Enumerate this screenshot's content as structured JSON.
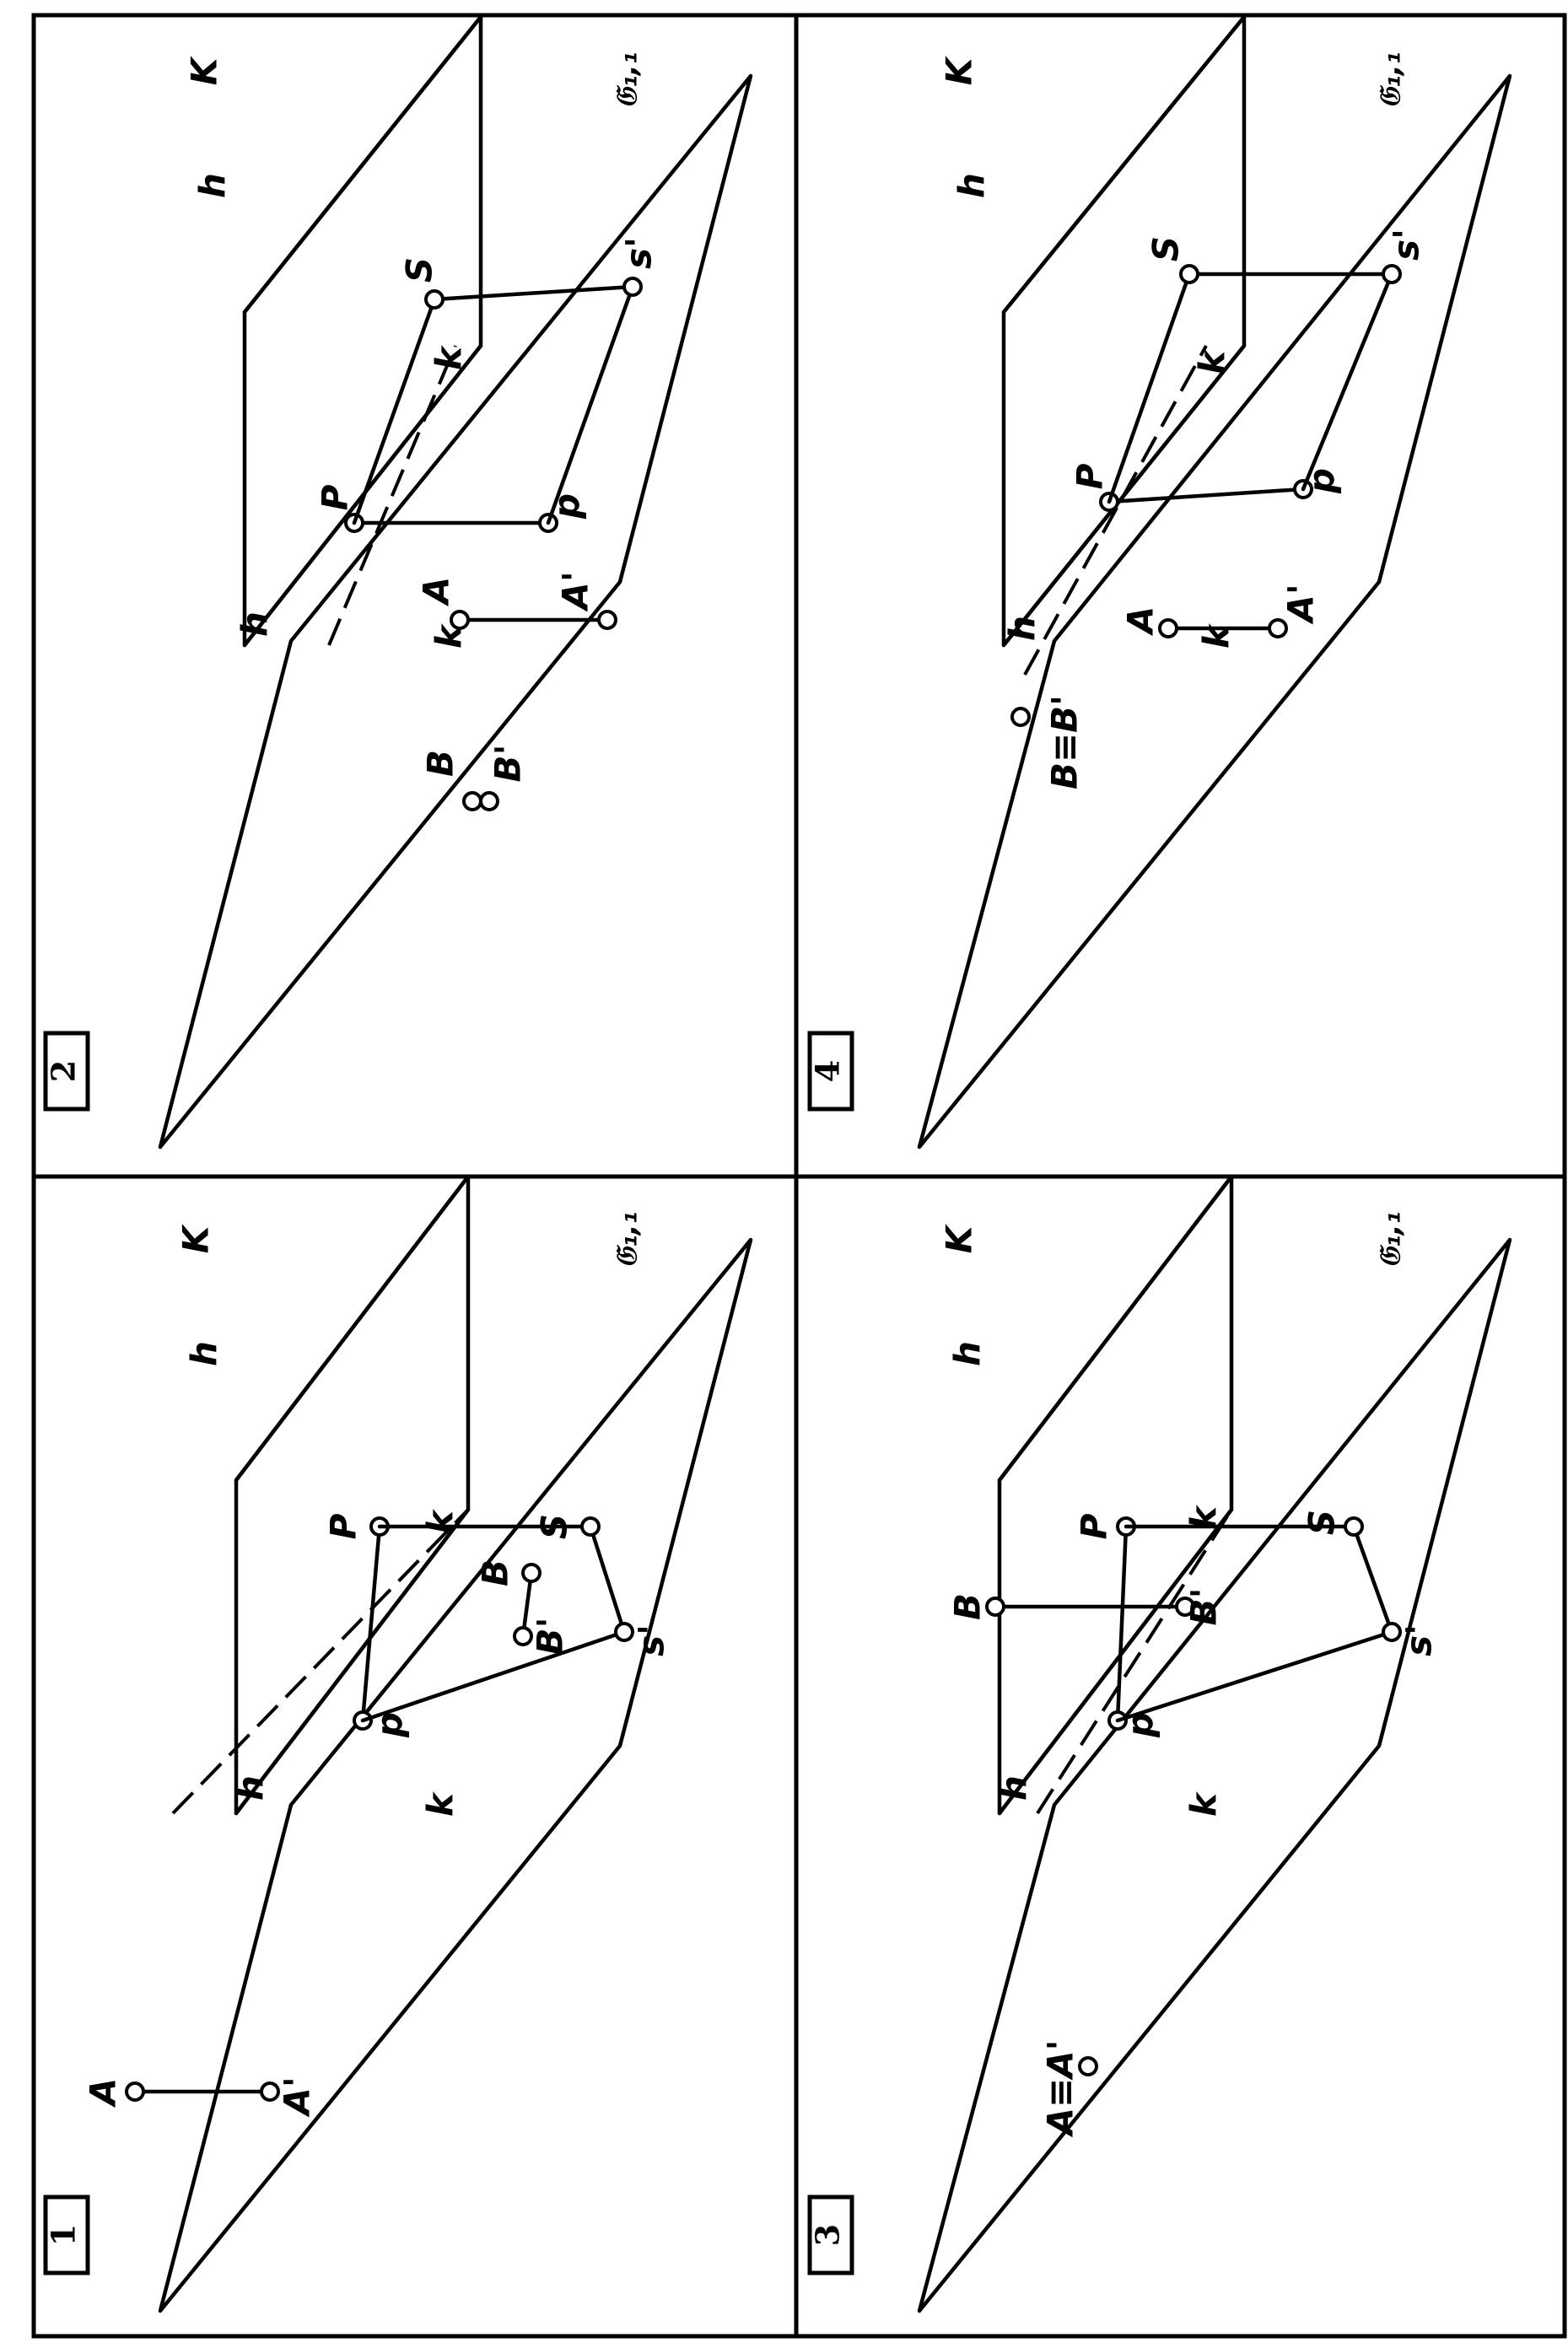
{
  "panels": [
    {
      "number": "1",
      "labels": {
        "A": "A",
        "A_prime": "A'",
        "B": "B",
        "B_prime": "B'",
        "P": "P",
        "p": "p",
        "S": "S",
        "s_prime": "s'",
        "K": "K",
        "h_top": "h",
        "h_bottom": "h",
        "k_top": "k",
        "k_bottom": "k",
        "plane": "𝔊₁,₁"
      }
    },
    {
      "number": "2",
      "labels": {
        "A": "A",
        "A_prime": "A'",
        "B": "B",
        "B_prime": "B'",
        "P": "P",
        "p": "p",
        "S": "S",
        "s_prime": "s'",
        "K": "K",
        "h_top": "h",
        "h_bottom": "h",
        "k_top": "k",
        "k_bottom": "k",
        "plane": "𝔊₁,₁"
      }
    },
    {
      "number": "3",
      "labels": {
        "A_eq": "A≡A'",
        "B": "B",
        "B_prime": "B'",
        "P": "P",
        "p": "p",
        "S": "S",
        "s_prime": "s'",
        "K": "K",
        "h_top": "h",
        "h_bottom": "h",
        "k_top": "k",
        "k_bottom": "k",
        "plane": "𝔊₁,₁"
      }
    },
    {
      "number": "4",
      "labels": {
        "A": "A",
        "A_prime": "A'",
        "B_eq": "B≡B'",
        "P": "P",
        "p": "p",
        "S": "S",
        "s_prime": "s'",
        "K": "K",
        "h_top": "h",
        "h_bottom": "h",
        "k_top": "k",
        "k_bottom": "k",
        "plane": "𝔊₁,₁"
      }
    }
  ]
}
